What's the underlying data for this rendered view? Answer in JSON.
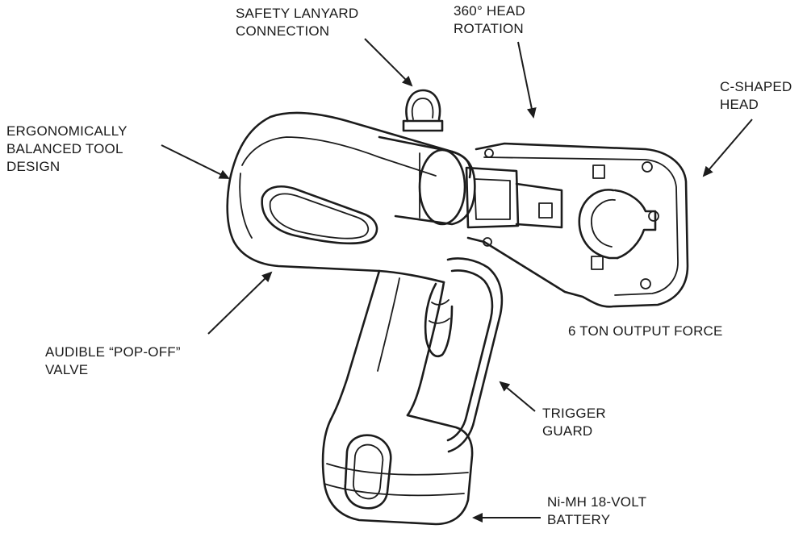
{
  "labels": {
    "safety_lanyard": [
      "SAFETY LANYARD",
      "CONNECTION"
    ],
    "head_rotation": [
      "360° HEAD",
      "ROTATION"
    ],
    "c_shaped_head": [
      "C-SHAPED",
      "HEAD"
    ],
    "ergonomic": [
      "ERGONOMICALLY",
      "BALANCED TOOL",
      "DESIGN"
    ],
    "output_force": [
      "6 TON OUTPUT FORCE"
    ],
    "pop_off_valve": [
      "AUDIBLE “POP-OFF”",
      "VALVE"
    ],
    "trigger_guard": [
      "TRIGGER",
      "GUARD"
    ],
    "battery": [
      "Ni-MH 18-VOLT",
      "BATTERY"
    ]
  },
  "colors": {
    "ink": "#1c1c1c",
    "background": "#ffffff"
  }
}
